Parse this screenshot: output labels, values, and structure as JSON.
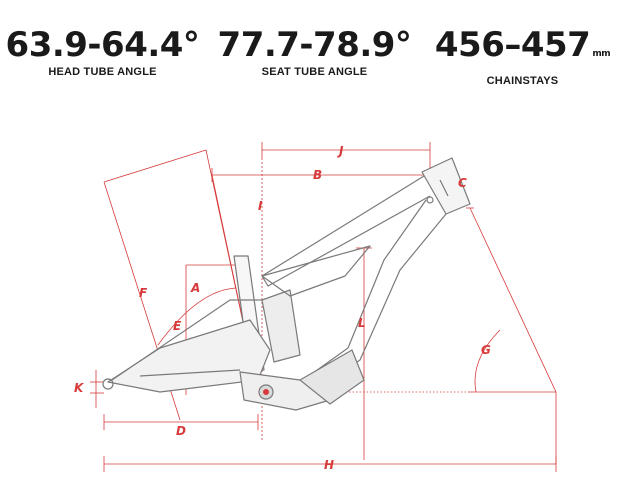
{
  "stats": [
    {
      "value": "63.9-64.4°",
      "unit": "",
      "label": "HEAD TUBE ANGLE"
    },
    {
      "value": "77.7-78.9°",
      "unit": "",
      "label": "SEAT TUBE ANGLE"
    },
    {
      "value": "456–457",
      "unit": "mm",
      "label": "CHAINSTAYS"
    }
  ],
  "dimensions": {
    "a": "A",
    "b": "B",
    "c": "C",
    "d": "D",
    "e": "E",
    "f": "F",
    "g": "G",
    "h": "H",
    "i": "I",
    "j": "J",
    "k": "K",
    "l": "L"
  },
  "colors": {
    "dimension": "#d63a3a",
    "frame": "#888888",
    "text": "#1a1a1a"
  }
}
